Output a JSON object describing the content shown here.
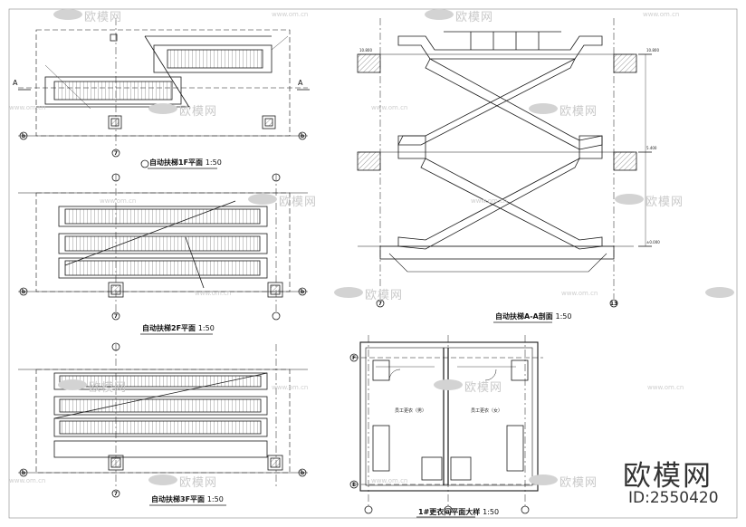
{
  "drawing": {
    "plan_1f": {
      "title": "自动扶梯1F平面",
      "scale": "1:50"
    },
    "plan_2f": {
      "title": "自动扶梯2F平面",
      "scale": "1:50"
    },
    "plan_3f": {
      "title": "自动扶梯3F平面",
      "scale": "1:50"
    },
    "section_aa": {
      "title": "自动扶梯A-A剖面",
      "scale": "1:50"
    },
    "locker_plan": {
      "title": "1#更衣间平面大样",
      "scale": "1:50"
    },
    "grid": {
      "b": "b",
      "seven": "7",
      "f": "F",
      "e": "E",
      "thirteen": "13",
      "a": "A"
    },
    "elevations": [
      "10.800",
      "5.400",
      "±0.000"
    ],
    "locker_rooms": {
      "left": "员工更衣（男）",
      "right": "员工更衣（女）"
    }
  },
  "watermark": {
    "brand": "欧模网",
    "url": "www.om.cn",
    "id_label": "ID:2550420"
  },
  "colors": {
    "line": "#1a1a1a",
    "watermark": "#c9c9c9"
  }
}
